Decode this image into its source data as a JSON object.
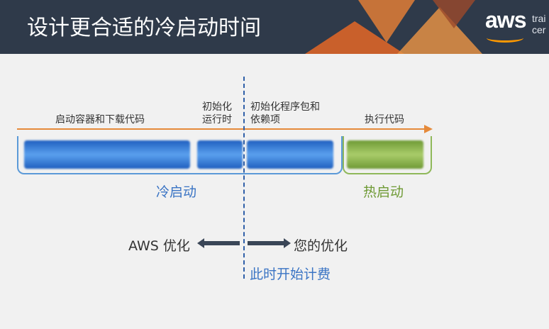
{
  "slide": {
    "title": "设计更合适的冷启动时间",
    "logo": {
      "main": "aws",
      "side_line1": "trai",
      "side_line2": "cer"
    }
  },
  "timeline": {
    "stage1": "启动容器和下载代码",
    "stage2_line1": "初始化",
    "stage2_line2": "运行时",
    "stage3_line1": "初始化程序包和",
    "stage3_line2": "依赖项",
    "stage4": "执行代码",
    "cold_start": "冷启动",
    "warm_start": "热启动"
  },
  "billing": {
    "aws_optimize": "AWS 优化",
    "your_optimize": "您的优化",
    "billing_starts": "此时开始计费"
  },
  "colors": {
    "accent_orange": "#e58a3a",
    "cold_blue": "#3a74c4",
    "warm_green": "#6f9a35"
  }
}
